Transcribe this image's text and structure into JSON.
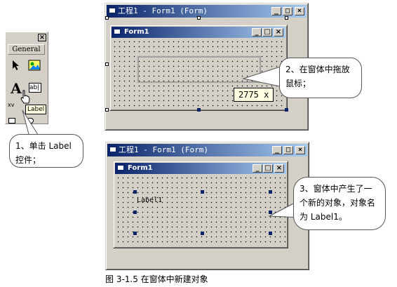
{
  "toolbox": {
    "close_glyph": "×",
    "general_label": "General",
    "label_tool_glyph": "A",
    "textbox_tool_text": "ab|",
    "tooltip_text": "Label",
    "partial_tool_text": "xv"
  },
  "window_top": {
    "title": "工程1 - Form1 (Form)",
    "form_title": "Form1",
    "coord_readout": "2775 x",
    "minimize_glyph": "_",
    "maximize_glyph": "□",
    "close_glyph": "×"
  },
  "window_bottom": {
    "title": "工程1 - Form1 (Form)",
    "form_title": "Form1",
    "label_control_text": "Label1",
    "minimize_glyph": "_",
    "maximize_glyph": "□",
    "close_glyph": "×"
  },
  "callouts": {
    "step1": "1、单击 Label控件；",
    "step2": "2、在窗体中拖放鼠标；",
    "step3": "3、窗体中产生了一个新的对象，对象名为 Label1。"
  },
  "caption": "图 3-1.5 在窗体中新建对象",
  "colors": {
    "titlebar_start": "#0a246a",
    "titlebar_end": "#a6caf0",
    "face": "#d4d0c8",
    "tooltip": "#ffffe1"
  }
}
